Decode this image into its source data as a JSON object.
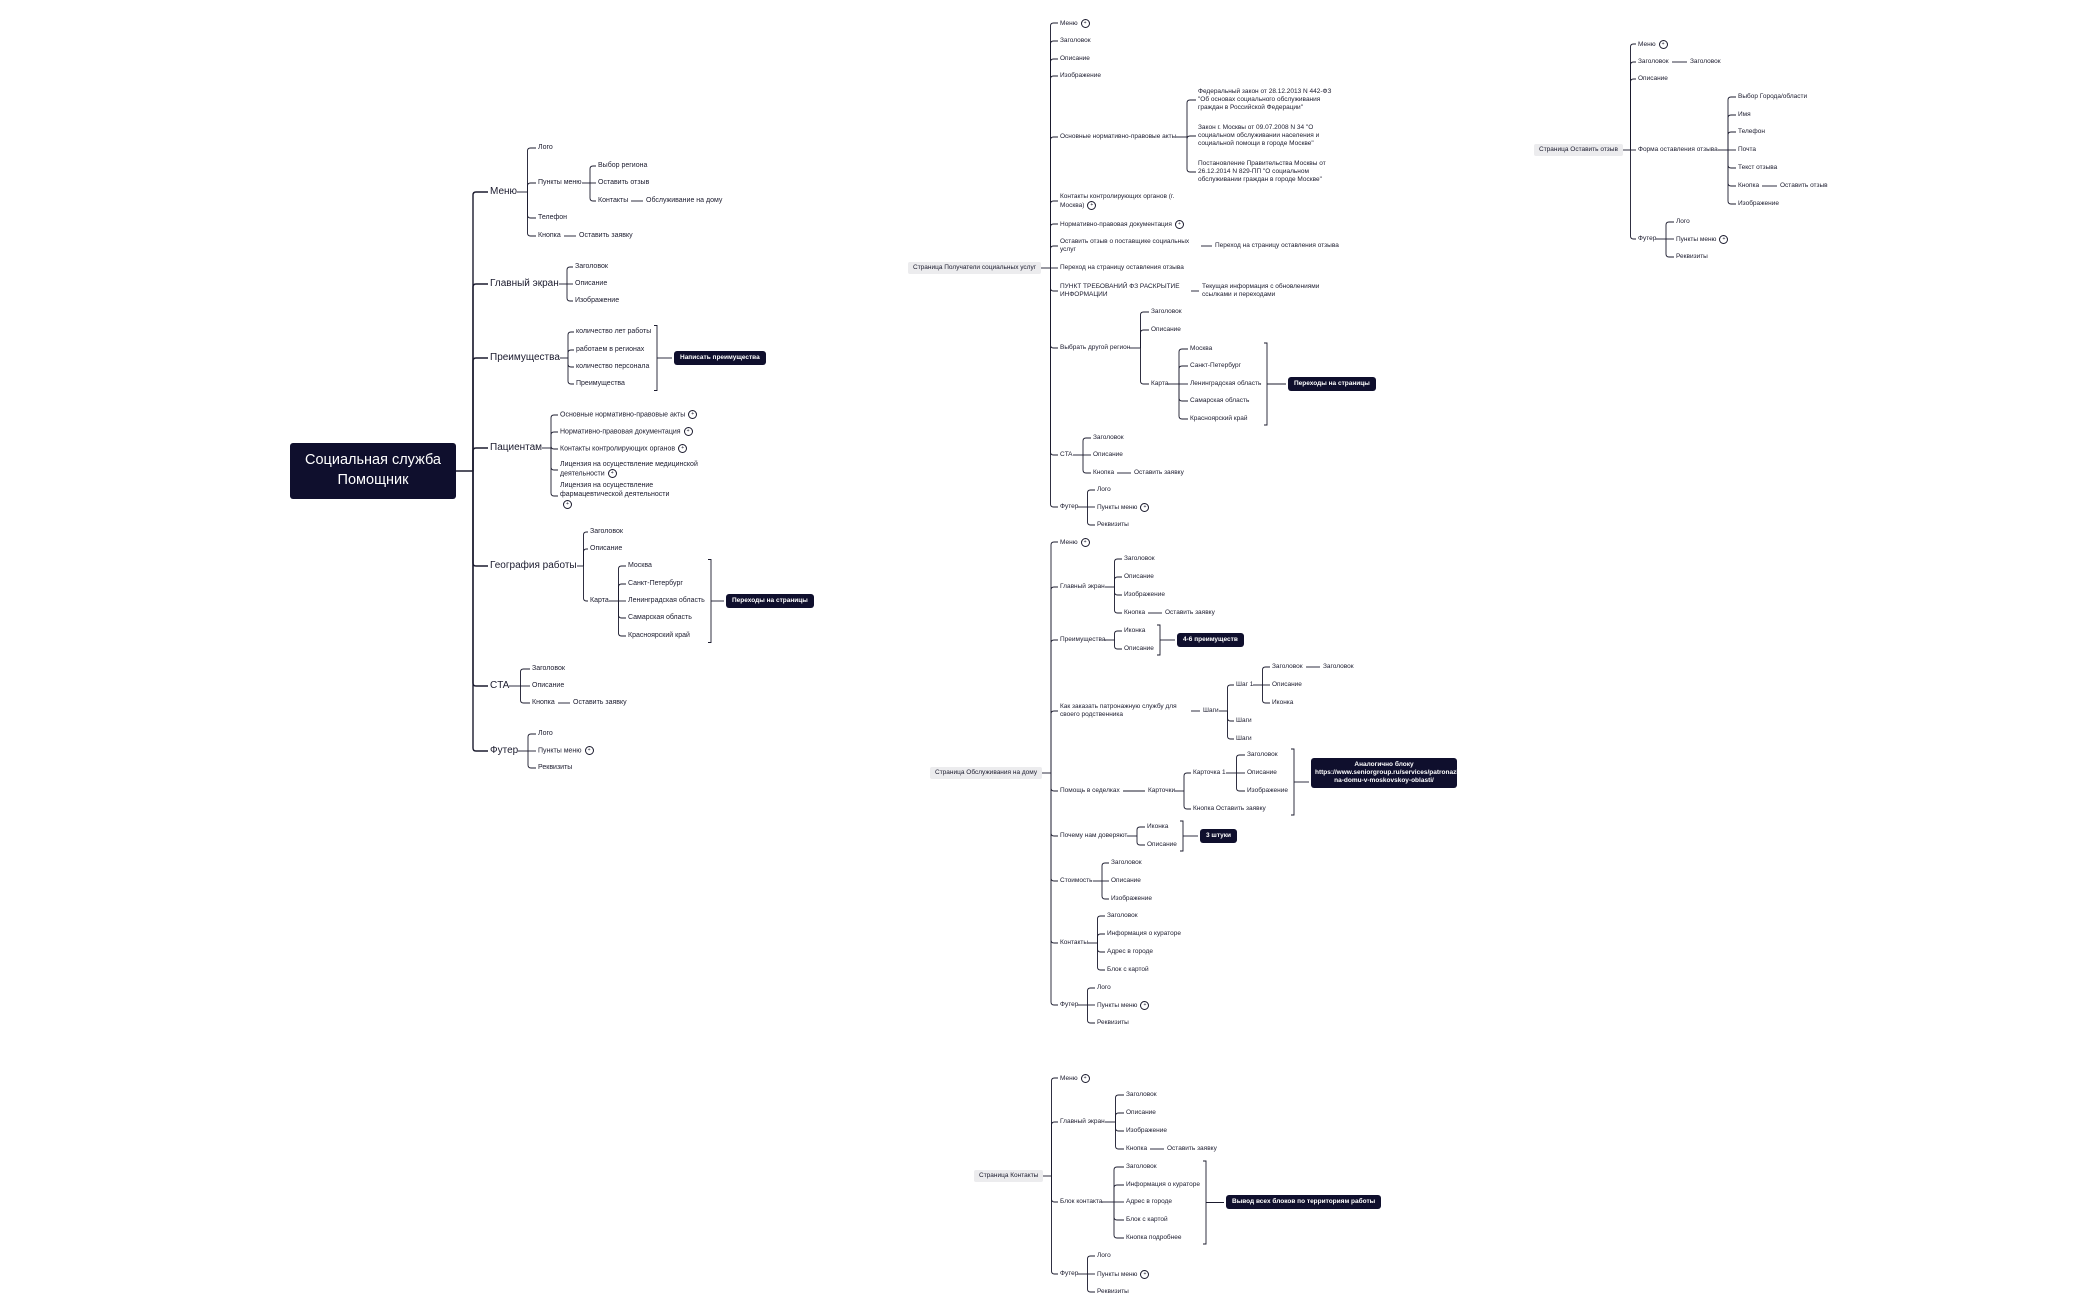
{
  "root": "Социальная служба\nПомощник",
  "branches": {
    "menu": "Меню",
    "menu_logo": "Лого",
    "menu_items": "Пункты меню",
    "menu_region": "Выбор региона",
    "menu_review": "Оставить отзыв",
    "menu_contacts": "Контакты",
    "menu_contacts_child": "Обслуживание на дому",
    "menu_phone": "Телефон",
    "menu_button": "Кнопка",
    "menu_button_child": "Оставить заявку",
    "hero": "Главный экран",
    "hero_title": "Заголовок",
    "hero_desc": "Описание",
    "hero_img": "Изображение",
    "adv": "Преимущества",
    "adv_1": "количество лет работы",
    "adv_2": "работаем в регионах",
    "adv_3": "количество персонала",
    "adv_4": "Преимущества",
    "adv_tag": "Написать преимущества",
    "pat": "Пациентам",
    "pat_1": "Основные нормативно-правовые акты",
    "pat_2": "Нормативно-правовая документация",
    "pat_3": "Контакты контролирующих органов",
    "pat_4": "Лицензия на осуществление медицинской деятельности",
    "pat_5": "Лицензия на осуществление фармацевтической деятельности",
    "geo": "География работы",
    "geo_title": "Заголовок",
    "geo_desc": "Описание",
    "geo_map": "Карта",
    "geo_c1": "Москва",
    "geo_c2": "Санкт-Петербург",
    "geo_c3": "Ленинградская область",
    "geo_c4": "Самарская область",
    "geo_c5": "Красноярский край",
    "geo_tag": "Переходы на страницы",
    "cta": "CTA",
    "cta_title": "Заголовок",
    "cta_desc": "Описание",
    "cta_btn": "Кнопка",
    "cta_btn_child": "Оставить заявку",
    "footer": "Футер",
    "footer_logo": "Лого",
    "footer_items": "Пункты меню",
    "footer_req": "Реквизиты"
  },
  "page_recipients": {
    "label": "Страница Получатели социальных услуг",
    "menu": "Меню",
    "title": "Заголовок",
    "desc": "Описание",
    "img": "Изображение",
    "acts": "Основные нормативно-правовые акты",
    "act_1": "Федеральный закон от 28.12.2013 N 442-ФЗ \"Об основах социального обслуживания граждан в Российской Федерации\"",
    "act_2": "Закон г. Москвы от 09.07.2008 N 34 \"О социальном обслуживании населения и социальной помощи в городе Москве\"",
    "act_3": "Постановление Правительства Москвы от 26.12.2014 N 829-ПП \"О социальном обслуживании граждан в городе Москве\"",
    "control": "Контакты контролирующих органов (г. Москва)",
    "docs": "Нормативно-правовая документация",
    "review": "Оставить отзыв о поставщике социальных услуг",
    "review_child": "Переход на страницу оставления отзыва",
    "goto": "Переход на страницу оставления отзыва",
    "fz": "ПУНКТ ТРЕБОВАНИЙ ФЗ РАСКРЫТИЕ ИНФОРМАЦИИ",
    "fz_child": "Текущая информация с обновлениями ссылками и переходами",
    "region": "Выбрать другой регион",
    "region_title": "Заголовок",
    "region_desc": "Описание",
    "region_map": "Карта",
    "c1": "Москва",
    "c2": "Санкт-Петербург",
    "c3": "Ленинградская область",
    "c4": "Самарская область",
    "c5": "Красноярский край",
    "tag": "Переходы на страницы",
    "cta": "CTA",
    "cta_title": "Заголовок",
    "cta_desc": "Описание",
    "cta_btn": "Кнопка",
    "cta_btn_child": "Оставить заявку",
    "footer": "Футер",
    "f_logo": "Лого",
    "f_items": "Пункты меню",
    "f_req": "Реквизиты"
  },
  "page_home": {
    "label": "Страница Обслуживания на дому",
    "menu": "Меню",
    "hero": "Главный экран",
    "h_title": "Заголовок",
    "h_desc": "Описание",
    "h_img": "Изображение",
    "h_btn": "Кнопка",
    "h_btn_child": "Оставить заявку",
    "adv": "Преимущества",
    "adv_icon": "Иконка",
    "adv_desc": "Описание",
    "adv_tag": "4-6 преимуществ",
    "order": "Как заказать патронажную службу для своего родственника",
    "steps": "Шаги",
    "step1": "Шаг 1",
    "s_title": "Заголовок",
    "s_title_child": "Заголовок",
    "s_desc": "Описание",
    "s_icon": "Иконка",
    "steps2": "Шаги",
    "steps3": "Шаги",
    "help": "Помощь в седелках",
    "cards": "Карточки",
    "card1": "Карточка 1",
    "c_title": "Заголовок",
    "c_desc": "Описание",
    "c_img": "Изображение",
    "c_btn": "Кнопка Оставить заявку",
    "help_tag": "Аналогично блоку https://www.seniorgroup.ru/services/patronazh-na-domu-v-moskovskoy-oblasti/",
    "trust": "Почему нам доверяют",
    "t_icon": "Иконка",
    "t_desc": "Описание",
    "trust_tag": "3 штуки",
    "price": "Стоимость",
    "p_title": "Заголовок",
    "p_desc": "Описание",
    "p_img": "Изображение",
    "contacts": "Контакты",
    "k_title": "Заголовок",
    "k_info": "Информация о кураторе",
    "k_addr": "Адрес в городе",
    "k_map": "Блок с картой",
    "footer": "Футер",
    "f_logo": "Лого",
    "f_items": "Пункты меню",
    "f_req": "Реквизиты"
  },
  "page_contacts": {
    "label": "Страница Контакты",
    "menu": "Меню",
    "hero": "Главный экран",
    "h_title": "Заголовок",
    "h_desc": "Описание",
    "h_img": "Изображение",
    "h_btn": "Кнопка",
    "h_btn_child": "Оставить заявку",
    "block": "Блок контакта",
    "b_title": "Заголовок",
    "b_info": "Информация о кураторе",
    "b_addr": "Адрес в городе",
    "b_map": "Блок с картой",
    "b_more": "Кнопка подробнее",
    "tag": "Вывод всех блоков по территориям работы",
    "footer": "Футер",
    "f_logo": "Лого",
    "f_items": "Пункты меню",
    "f_req": "Реквизиты"
  },
  "page_review": {
    "label": "Страница Оставить отзыв",
    "menu": "Меню",
    "title": "Заголовок",
    "title_child": "Заголовок",
    "desc": "Описание",
    "form": "Форма оставления отзыва",
    "f_city": "Выбор Города/области",
    "f_name": "Имя",
    "f_phone": "Телефон",
    "f_mail": "Почта",
    "f_text": "Текст отзыва",
    "f_btn": "Кнопка",
    "f_btn_child": "Оставить отзыв",
    "f_img": "Изображение",
    "footer": "Футер",
    "ft_logo": "Лого",
    "ft_items": "Пункты меню",
    "ft_req": "Реквизиты"
  },
  "colors": {
    "node_dark": "#0f0f2d",
    "line": "#1b1b2e",
    "subtopic_bg": "#ececee"
  },
  "icons": {
    "collapsed": "collapsed-count-icon"
  }
}
